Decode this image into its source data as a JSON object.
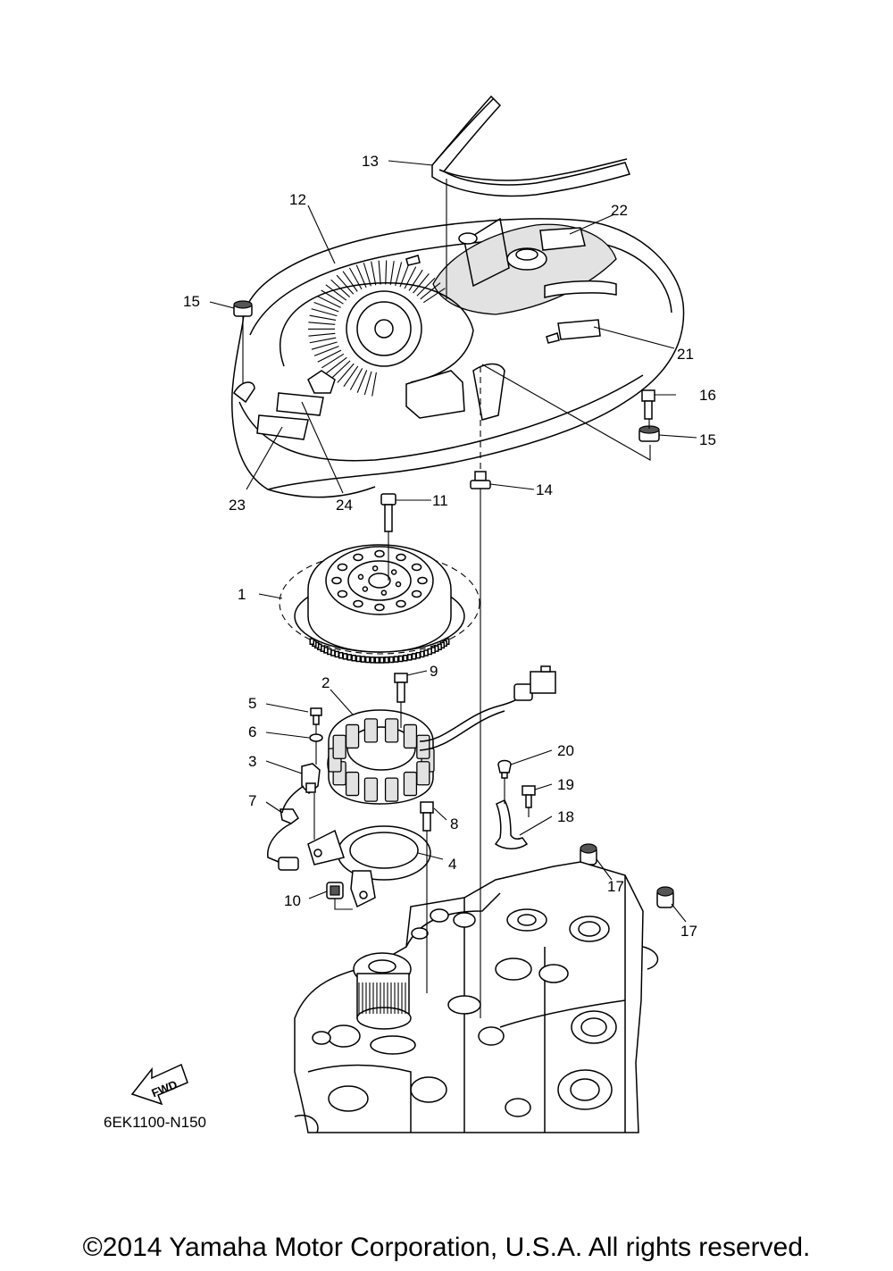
{
  "callouts": {
    "c1": "1",
    "c2": "2",
    "c3": "3",
    "c4": "4",
    "c5": "5",
    "c6": "6",
    "c7": "7",
    "c8": "8",
    "c9": "9",
    "c10": "10",
    "c11": "11",
    "c12": "12",
    "c13": "13",
    "c14": "14",
    "c15a": "15",
    "c15b": "15",
    "c16": "16",
    "c17a": "17",
    "c17b": "17",
    "c18": "18",
    "c19": "19",
    "c20": "20",
    "c21": "21",
    "c22": "22",
    "c23": "23",
    "c24": "24"
  },
  "fwd_label": "FWD",
  "diagram_code": "6EK1100-N150",
  "copyright": "©2014 Yamaha Motor Corporation, U.S.A. All rights reserved."
}
